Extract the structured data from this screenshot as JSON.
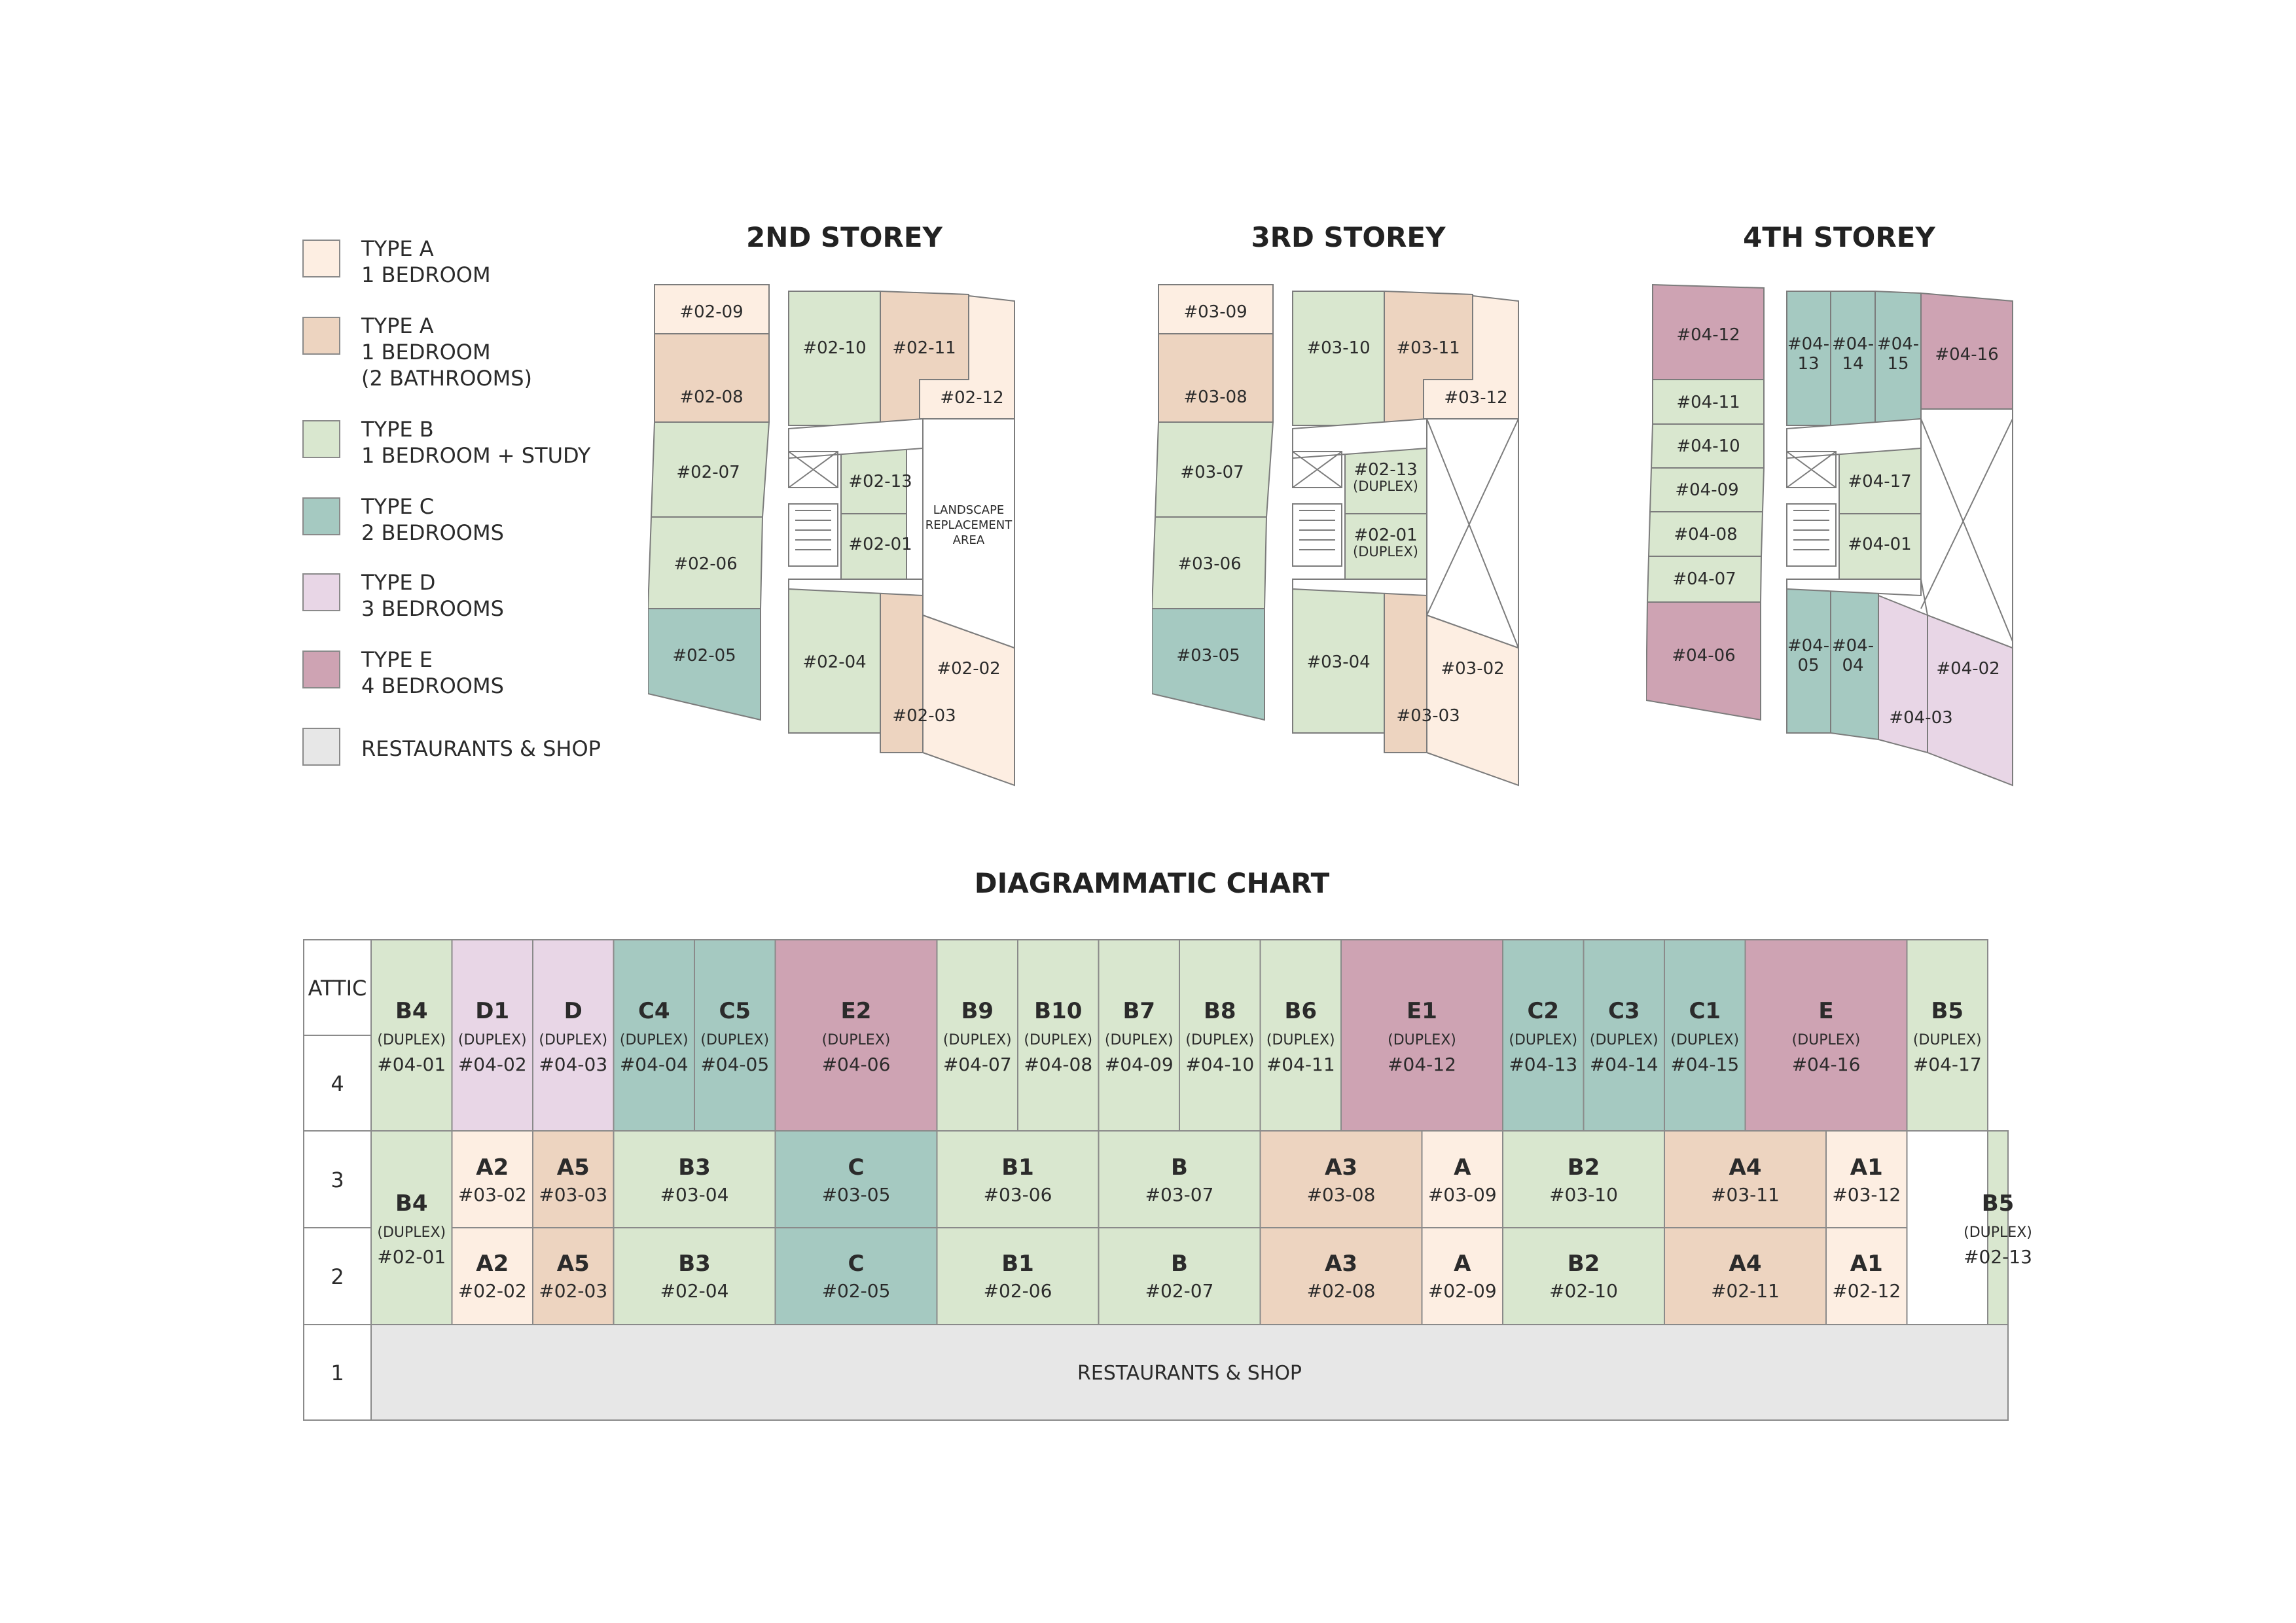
{
  "legend": [
    {
      "line1": "TYPE A",
      "line2": "1 BEDROOM",
      "line3": "",
      "color": "#fdeee2"
    },
    {
      "line1": "TYPE A",
      "line2": "1 BEDROOM",
      "line3": "(2 BATHROOMS)",
      "color": "#edd4c0"
    },
    {
      "line1": "TYPE B",
      "line2": "1 BEDROOM + STUDY",
      "line3": "",
      "color": "#d9e7cf"
    },
    {
      "line1": "TYPE C",
      "line2": "2 BEDROOMS",
      "line3": "",
      "color": "#a5c9c1"
    },
    {
      "line1": "TYPE D",
      "line2": "3 BEDROOMS",
      "line3": "",
      "color": "#e8d6e6"
    },
    {
      "line1": "TYPE E",
      "line2": "4 BEDROOMS",
      "line3": "",
      "color": "#cea3b3"
    },
    {
      "line1": "RESTAURANTS & SHOP",
      "line2": "",
      "line3": "",
      "color": "#e7e7e7"
    }
  ],
  "plans": {
    "storey2": {
      "title": "2ND STOREY",
      "units": {
        "u09": "#02-09",
        "u08": "#02-08",
        "u07": "#02-07",
        "u06": "#02-06",
        "u05": "#02-05",
        "u10": "#02-10",
        "u11": "#02-11",
        "u12": "#02-12",
        "u13": "#02-13",
        "u01": "#02-01",
        "u04": "#02-04",
        "u03": "#02-03",
        "u02": "#02-02"
      },
      "landscape": [
        "LANDSCAPE",
        "REPLACEMENT",
        "AREA"
      ]
    },
    "storey3": {
      "title": "3RD STOREY",
      "units": {
        "u09": "#03-09",
        "u08": "#03-08",
        "u07": "#03-07",
        "u06": "#03-06",
        "u05": "#03-05",
        "u10": "#03-10",
        "u11": "#03-11",
        "u12": "#03-12",
        "u13": "#02-13",
        "u01": "#02-01",
        "u04": "#03-04",
        "u03": "#03-03",
        "u02": "#03-02"
      },
      "duplex": "(DUPLEX)"
    },
    "storey4": {
      "title": "4TH STOREY",
      "units": {
        "u12": "#04-12",
        "u11": "#04-11",
        "u10": "#04-10",
        "u09": "#04-09",
        "u08": "#04-08",
        "u07": "#04-07",
        "u06": "#04-06",
        "u13": [
          "#04-",
          "13"
        ],
        "u14": [
          "#04-",
          "14"
        ],
        "u15": [
          "#04-",
          "15"
        ],
        "u16": "#04-16",
        "u17": "#04-17",
        "u01": "#04-01",
        "u05": [
          "#04-",
          "05"
        ],
        "u04": [
          "#04-",
          "04"
        ],
        "u03": "#04-03",
        "u02": "#04-02"
      }
    }
  },
  "chart_title": "DIAGRAMMATIC CHART",
  "chart": {
    "floor_labels": [
      "ATTIC",
      "4",
      "3",
      "2",
      "1"
    ],
    "duplex_label": "(DUPLEX)",
    "attic_row": [
      {
        "code": "B4",
        "unit": "#04-01",
        "span": 1,
        "color": "#d9e7cf"
      },
      {
        "code": "D1",
        "unit": "#04-02",
        "span": 1,
        "color": "#e8d6e6"
      },
      {
        "code": "D",
        "unit": "#04-03",
        "span": 1,
        "color": "#e8d6e6"
      },
      {
        "code": "C4",
        "unit": "#04-04",
        "span": 1,
        "color": "#a5c9c1"
      },
      {
        "code": "C5",
        "unit": "#04-05",
        "span": 1,
        "color": "#a5c9c1"
      },
      {
        "code": "E2",
        "unit": "#04-06",
        "span": 2,
        "color": "#cea3b3"
      },
      {
        "code": "B9",
        "unit": "#04-07",
        "span": 1,
        "color": "#d9e7cf"
      },
      {
        "code": "B10",
        "unit": "#04-08",
        "span": 1,
        "color": "#d9e7cf"
      },
      {
        "code": "B7",
        "unit": "#04-09",
        "span": 1,
        "color": "#d9e7cf"
      },
      {
        "code": "B8",
        "unit": "#04-10",
        "span": 1,
        "color": "#d9e7cf"
      },
      {
        "code": "B6",
        "unit": "#04-11",
        "span": 1,
        "color": "#d9e7cf"
      },
      {
        "code": "E1",
        "unit": "#04-12",
        "span": 2,
        "color": "#cea3b3"
      },
      {
        "code": "C2",
        "unit": "#04-13",
        "span": 1,
        "color": "#a5c9c1"
      },
      {
        "code": "C3",
        "unit": "#04-14",
        "span": 1,
        "color": "#a5c9c1"
      },
      {
        "code": "C1",
        "unit": "#04-15",
        "span": 1,
        "color": "#a5c9c1"
      },
      {
        "code": "E",
        "unit": "#04-16",
        "span": 2,
        "color": "#cea3b3"
      },
      {
        "code": "B5",
        "unit": "#04-17",
        "span": 1,
        "color": "#d9e7cf"
      }
    ],
    "side_left": {
      "code": "B4",
      "unit": "#02-01",
      "color": "#d9e7cf"
    },
    "side_right": {
      "code": "B5",
      "unit": "#02-13",
      "color": "#d9e7cf"
    },
    "row3": [
      {
        "code": "A2",
        "unit": "#03-02",
        "span": 1,
        "color": "#fdeee2"
      },
      {
        "code": "A5",
        "unit": "#03-03",
        "span": 1,
        "color": "#edd4c0"
      },
      {
        "code": "B3",
        "unit": "#03-04",
        "span": 2,
        "color": "#d9e7cf"
      },
      {
        "code": "C",
        "unit": "#03-05",
        "span": 2,
        "color": "#a5c9c1"
      },
      {
        "code": "B1",
        "unit": "#03-06",
        "span": 2,
        "color": "#d9e7cf"
      },
      {
        "code": "B",
        "unit": "#03-07",
        "span": 2,
        "color": "#d9e7cf"
      },
      {
        "code": "A3",
        "unit": "#03-08",
        "span": 2,
        "color": "#edd4c0"
      },
      {
        "code": "A",
        "unit": "#03-09",
        "span": 1,
        "color": "#fdeee2"
      },
      {
        "code": "B2",
        "unit": "#03-10",
        "span": 2,
        "color": "#d9e7cf"
      },
      {
        "code": "A4",
        "unit": "#03-11",
        "span": 2,
        "color": "#edd4c0"
      },
      {
        "code": "A1",
        "unit": "#03-12",
        "span": 1,
        "color": "#fdeee2"
      }
    ],
    "row2": [
      {
        "code": "A2",
        "unit": "#02-02",
        "span": 1,
        "color": "#fdeee2"
      },
      {
        "code": "A5",
        "unit": "#02-03",
        "span": 1,
        "color": "#edd4c0"
      },
      {
        "code": "B3",
        "unit": "#02-04",
        "span": 2,
        "color": "#d9e7cf"
      },
      {
        "code": "C",
        "unit": "#02-05",
        "span": 2,
        "color": "#a5c9c1"
      },
      {
        "code": "B1",
        "unit": "#02-06",
        "span": 2,
        "color": "#d9e7cf"
      },
      {
        "code": "B",
        "unit": "#02-07",
        "span": 2,
        "color": "#d9e7cf"
      },
      {
        "code": "A3",
        "unit": "#02-08",
        "span": 2,
        "color": "#edd4c0"
      },
      {
        "code": "A",
        "unit": "#02-09",
        "span": 1,
        "color": "#fdeee2"
      },
      {
        "code": "B2",
        "unit": "#02-10",
        "span": 2,
        "color": "#d9e7cf"
      },
      {
        "code": "A4",
        "unit": "#02-11",
        "span": 2,
        "color": "#edd4c0"
      },
      {
        "code": "A1",
        "unit": "#02-12",
        "span": 1,
        "color": "#fdeee2"
      }
    ],
    "ground": {
      "label": "RESTAURANTS & SHOP",
      "color": "#e7e7e7"
    }
  }
}
